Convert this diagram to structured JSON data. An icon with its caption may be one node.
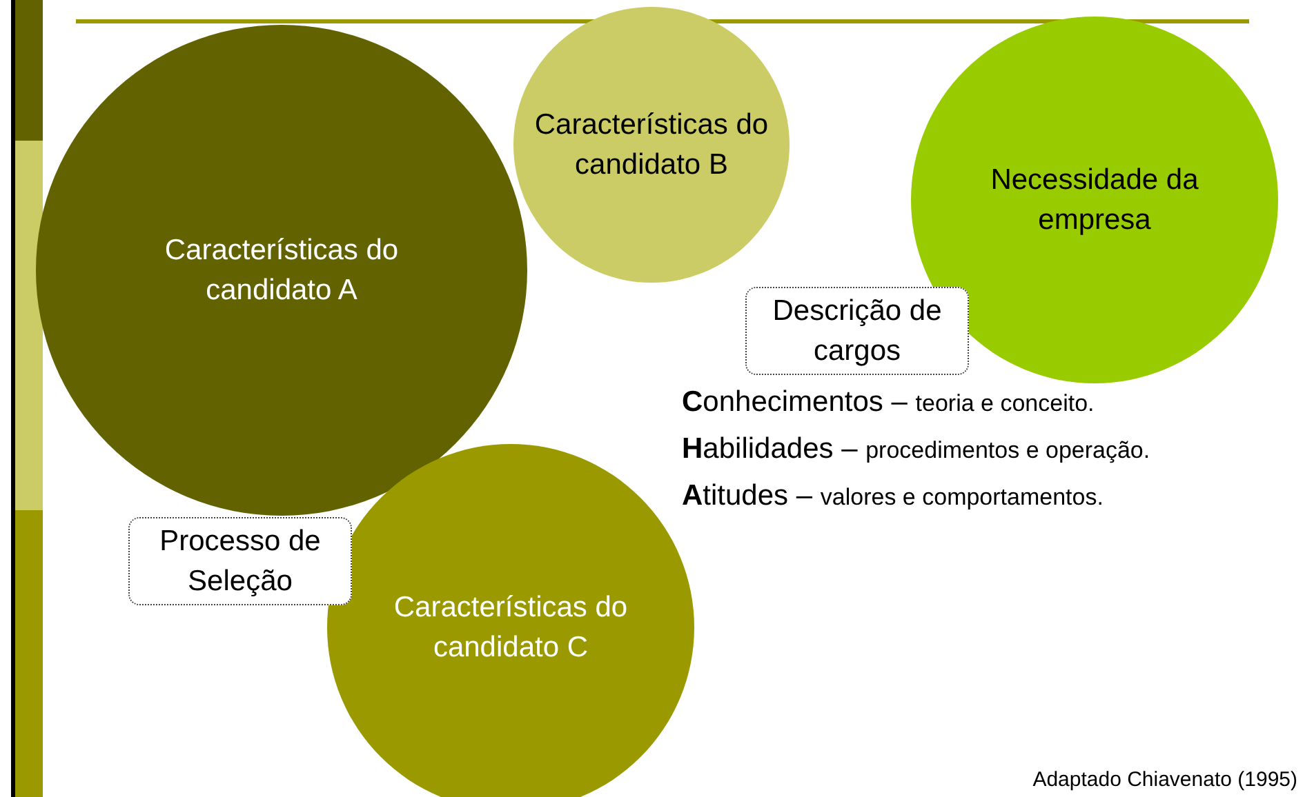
{
  "diagram": {
    "nodes": [
      {
        "text": [
          "Características do candidato A"
        ]
      },
      {
        "text": [
          "Características do candidato B"
        ]
      },
      {
        "text": [
          "Necessidade da empresa"
        ]
      },
      {
        "text": [
          "Descrição de cargos"
        ]
      },
      {
        "text": [
          "Processo de Seleção"
        ]
      },
      {
        "text": [
          "Características do candidato C"
        ]
      }
    ],
    "labels": [
      "**C**onhecimentos – *teoria e conceito.*",
      "**H**abilidades – *procedimentos e operação.*",
      "**A**titudes – *valores e comportamentos.*",
      "Adaptado Chiavenato (1995)"
    ]
  }
}
